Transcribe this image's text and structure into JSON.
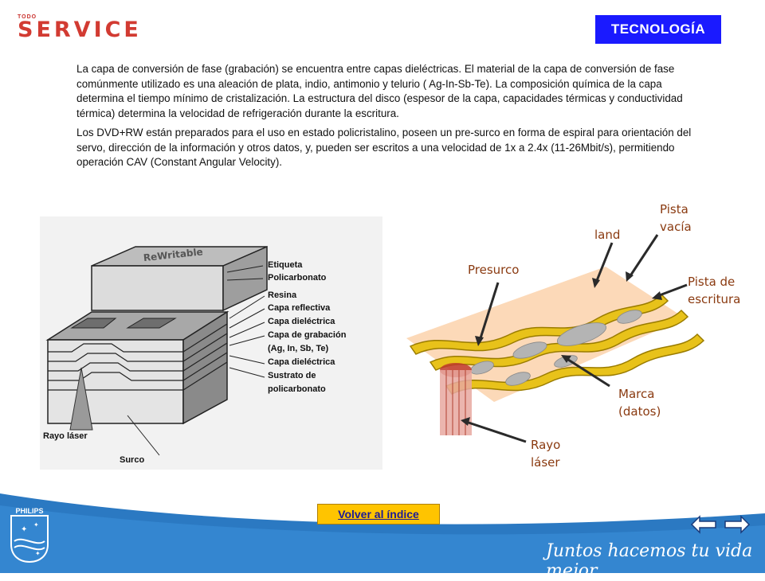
{
  "logo": {
    "small": "TODO",
    "main": "SERVICE"
  },
  "badge": "TECNOLOGÍA",
  "paragraphs": [
    "La capa de conversión de fase (grabación) se encuentra entre capas dieléctricas. El material de la capa de conversión de fase comúnmente utilizado es una aleación de plata, indio, antimonio y telurio ( Ag-In-Sb-Te). La composición química de la capa determina el tiempo mínimo de cristalización. La estructura del disco (espesor de la capa, capacidades térmicas y conductividad térmica) determina la velocidad de refrigeración durante la escritura.",
    "Los DVD+RW están preparados para el uso en estado policristalino, poseen un pre-surco en forma de espiral para orientación del servo, dirección de la información y otros datos, y,  pueden ser escritos a una velocidad de 1x a 2.4x (11-26Mbit/s), permitiendo operación CAV (Constant Angular Velocity)."
  ],
  "layer_diagram": {
    "disc_text": "ReWritable",
    "labels": [
      "Etiqueta",
      "Policarbonato",
      "Resina",
      "Capa reflectiva",
      "Capa dieléctrica",
      "Capa de grabación",
      "(Ag, In, Sb, Te)",
      "Capa dieléctrica",
      "Sustrato de",
      "policarbonato"
    ],
    "laser": "Rayo láser",
    "groove": "Surco"
  },
  "track_diagram": {
    "pista_vacia": [
      "Pista",
      "vacía"
    ],
    "land": "land",
    "presurco": "Presurco",
    "pista_escritura": [
      "Pista de",
      "escritura"
    ],
    "marca": [
      "Marca",
      "(datos)"
    ],
    "rayo": [
      "Rayo",
      "láser"
    ]
  },
  "footer": {
    "back_button": "Volver al índice",
    "brand": "PHILIPS",
    "slogan": "Juntos hacemos tu vida mejor"
  },
  "colors": {
    "badge": "#1a1aff",
    "footer_blue": "#2b79c2",
    "track_yellow": "#e8c21a",
    "button_yellow": "#ffc400"
  }
}
